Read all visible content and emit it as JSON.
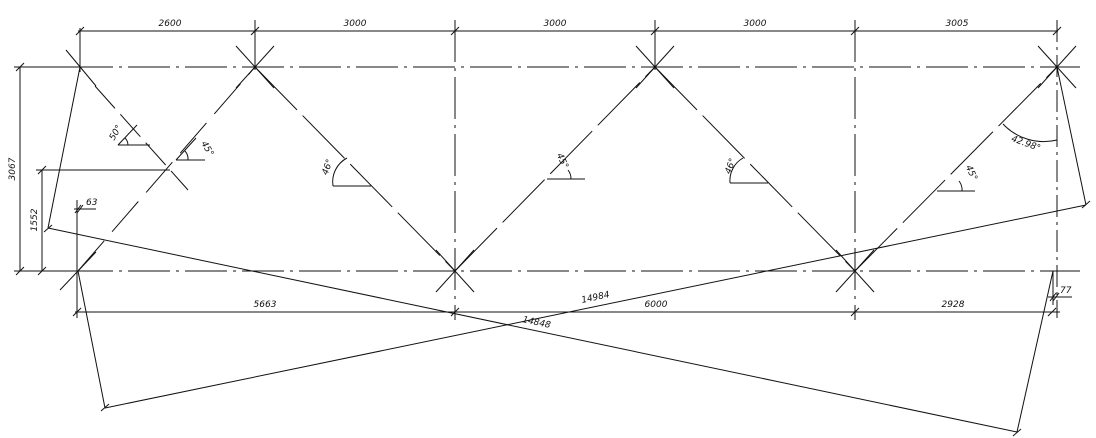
{
  "top_dimensions": [
    "2600",
    "3000",
    "3000",
    "3000",
    "3005"
  ],
  "bottom_dimensions": [
    "5663",
    "6000",
    "2928"
  ],
  "side_dimensions": {
    "height": "3067",
    "sub_height": "1552"
  },
  "small_dimensions": {
    "left_offset": "63",
    "right_offset": "77"
  },
  "diagonal_dimensions": {
    "diag_a": "14984",
    "diag_b": "14848"
  },
  "angles": {
    "a1": "50°",
    "a2": "45°",
    "a3": "46°",
    "a4": "45°",
    "a5": "46°",
    "a6": "45°",
    "a7": "42.98°"
  },
  "colors": {
    "line": "#111111",
    "background": "#ffffff"
  }
}
